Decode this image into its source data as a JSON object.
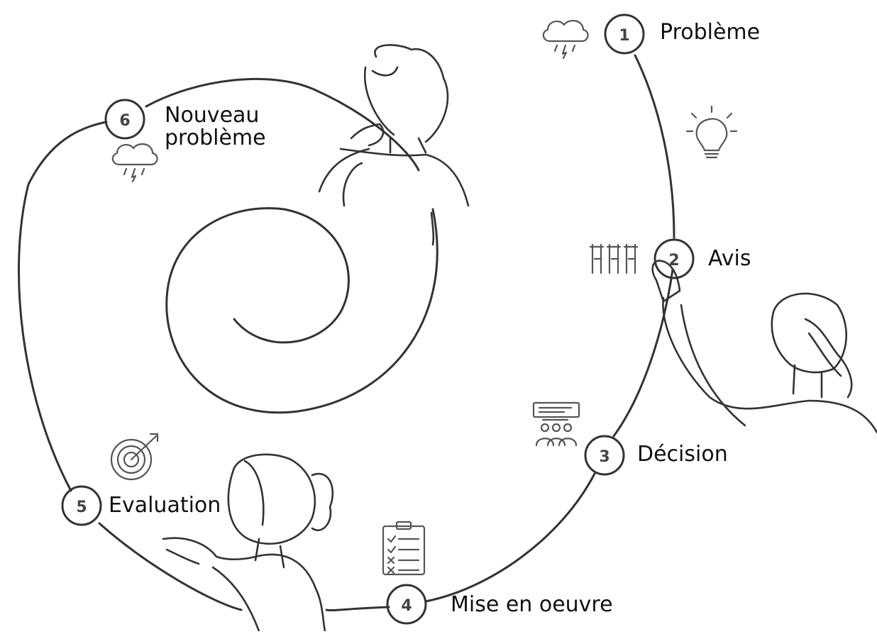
{
  "steps": [
    {
      "number": "1",
      "label": "Problème",
      "icon": "storm-cloud-icon"
    },
    {
      "number": "2",
      "label": "Avis",
      "icon": "raised-hands-icon"
    },
    {
      "number": "3",
      "label": "Décision",
      "icon": "presentation-group-icon"
    },
    {
      "number": "4",
      "label": "Mise en oeuvre",
      "icon": "checklist-clipboard-icon"
    },
    {
      "number": "5",
      "label": "Evaluation",
      "icon": "target-arrow-icon"
    },
    {
      "number": "6",
      "label_line1": "Nouveau",
      "label_line2": "problème",
      "icon": "storm-cloud-icon"
    }
  ],
  "extra_icons": [
    "lightbulb-icon"
  ],
  "colors": {
    "line": "#333333",
    "text": "#111111",
    "number": "#444444",
    "icon": "#555555"
  }
}
